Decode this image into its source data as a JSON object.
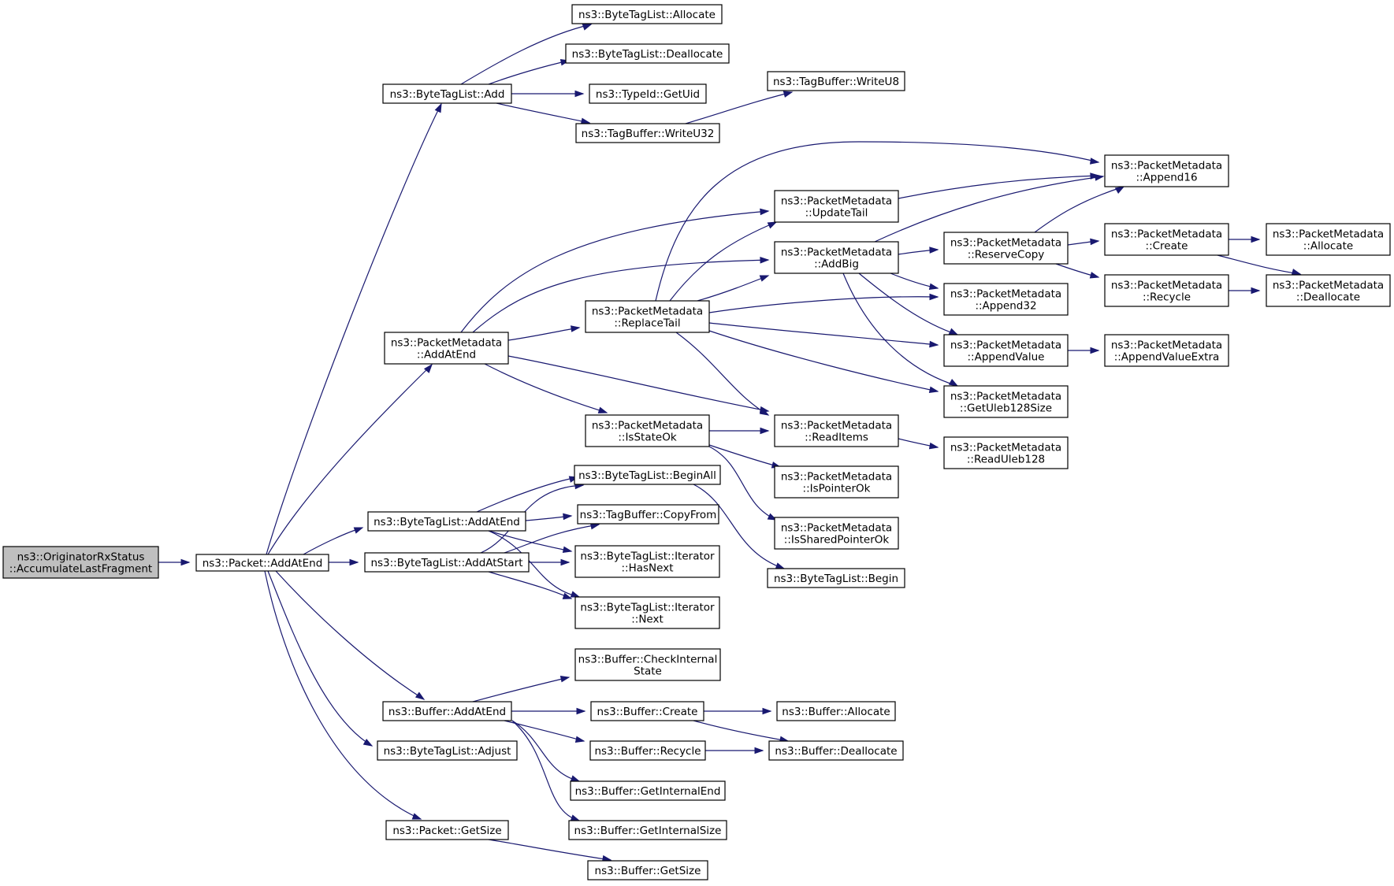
{
  "diagram": {
    "edge_color": "#191970",
    "root_fill": "#bfbfbf",
    "nodes": [
      {
        "id": "root",
        "lines": [
          "ns3::OriginatorRxStatus",
          "::AccumulateLastFragment"
        ],
        "root": true
      },
      {
        "id": "packet_addatend",
        "lines": [
          "ns3::Packet::AddAtEnd"
        ]
      },
      {
        "id": "btl_add",
        "lines": [
          "ns3::ByteTagList::Add"
        ]
      },
      {
        "id": "btl_allocate",
        "lines": [
          "ns3::ByteTagList::Allocate"
        ]
      },
      {
        "id": "btl_deallocate",
        "lines": [
          "ns3::ByteTagList::Deallocate"
        ]
      },
      {
        "id": "typeid_getuid",
        "lines": [
          "ns3::TypeId::GetUid"
        ]
      },
      {
        "id": "tb_writeu32",
        "lines": [
          "ns3::TagBuffer::WriteU32"
        ]
      },
      {
        "id": "tb_writeu8",
        "lines": [
          "ns3::TagBuffer::WriteU8"
        ]
      },
      {
        "id": "pm_addatend",
        "lines": [
          "ns3::PacketMetadata",
          "::AddAtEnd"
        ]
      },
      {
        "id": "pm_updatetail",
        "lines": [
          "ns3::PacketMetadata",
          "::UpdateTail"
        ]
      },
      {
        "id": "pm_append16",
        "lines": [
          "ns3::PacketMetadata",
          "::Append16"
        ]
      },
      {
        "id": "pm_addbig",
        "lines": [
          "ns3::PacketMetadata",
          "::AddBig"
        ]
      },
      {
        "id": "pm_reservecopy",
        "lines": [
          "ns3::PacketMetadata",
          "::ReserveCopy"
        ]
      },
      {
        "id": "pm_create",
        "lines": [
          "ns3::PacketMetadata",
          "::Create"
        ]
      },
      {
        "id": "pm_allocate",
        "lines": [
          "ns3::PacketMetadata",
          "::Allocate"
        ]
      },
      {
        "id": "pm_recycle",
        "lines": [
          "ns3::PacketMetadata",
          "::Recycle"
        ]
      },
      {
        "id": "pm_deallocate",
        "lines": [
          "ns3::PacketMetadata",
          "::Deallocate"
        ]
      },
      {
        "id": "pm_replacetail",
        "lines": [
          "ns3::PacketMetadata",
          "::ReplaceTail"
        ]
      },
      {
        "id": "pm_append32",
        "lines": [
          "ns3::PacketMetadata",
          "::Append32"
        ]
      },
      {
        "id": "pm_appendvalue",
        "lines": [
          "ns3::PacketMetadata",
          "::AppendValue"
        ]
      },
      {
        "id": "pm_appendvalueextra",
        "lines": [
          "ns3::PacketMetadata",
          "::AppendValueExtra"
        ]
      },
      {
        "id": "pm_getuleb128size",
        "lines": [
          "ns3::PacketMetadata",
          "::GetUleb128Size"
        ]
      },
      {
        "id": "pm_isstateok",
        "lines": [
          "ns3::PacketMetadata",
          "::IsStateOk"
        ]
      },
      {
        "id": "pm_readitems",
        "lines": [
          "ns3::PacketMetadata",
          "::ReadItems"
        ]
      },
      {
        "id": "pm_readuleb128",
        "lines": [
          "ns3::PacketMetadata",
          "::ReadUleb128"
        ]
      },
      {
        "id": "pm_ispointerok",
        "lines": [
          "ns3::PacketMetadata",
          "::IsPointerOk"
        ]
      },
      {
        "id": "pm_issharedpointerok",
        "lines": [
          "ns3::PacketMetadata",
          "::IsSharedPointerOk"
        ]
      },
      {
        "id": "btl_addatend",
        "lines": [
          "ns3::ByteTagList::AddAtEnd"
        ]
      },
      {
        "id": "btl_addatstart",
        "lines": [
          "ns3::ByteTagList::AddAtStart"
        ]
      },
      {
        "id": "btl_beginall",
        "lines": [
          "ns3::ByteTagList::BeginAll"
        ]
      },
      {
        "id": "tb_copyfrom",
        "lines": [
          "ns3::TagBuffer::CopyFrom"
        ]
      },
      {
        "id": "btl_it_hasnext",
        "lines": [
          "ns3::ByteTagList::Iterator",
          "::HasNext"
        ]
      },
      {
        "id": "btl_it_next",
        "lines": [
          "ns3::ByteTagList::Iterator",
          "::Next"
        ]
      },
      {
        "id": "btl_begin",
        "lines": [
          "ns3::ByteTagList::Begin"
        ]
      },
      {
        "id": "buf_checkinternalstate",
        "lines": [
          "ns3::Buffer::CheckInternal",
          "State"
        ]
      },
      {
        "id": "buf_addatend",
        "lines": [
          "ns3::Buffer::AddAtEnd"
        ]
      },
      {
        "id": "buf_create",
        "lines": [
          "ns3::Buffer::Create"
        ]
      },
      {
        "id": "buf_allocate",
        "lines": [
          "ns3::Buffer::Allocate"
        ]
      },
      {
        "id": "buf_recycle",
        "lines": [
          "ns3::Buffer::Recycle"
        ]
      },
      {
        "id": "buf_deallocate",
        "lines": [
          "ns3::Buffer::Deallocate"
        ]
      },
      {
        "id": "buf_getinternalend",
        "lines": [
          "ns3::Buffer::GetInternalEnd"
        ]
      },
      {
        "id": "buf_getinternalsize",
        "lines": [
          "ns3::Buffer::GetInternalSize"
        ]
      },
      {
        "id": "btl_adjust",
        "lines": [
          "ns3::ByteTagList::Adjust"
        ]
      },
      {
        "id": "packet_getsize",
        "lines": [
          "ns3::Packet::GetSize"
        ]
      },
      {
        "id": "buf_getsize",
        "lines": [
          "ns3::Buffer::GetSize"
        ]
      }
    ],
    "edges": [
      {
        "from": "root",
        "to": "packet_addatend"
      },
      {
        "from": "packet_addatend",
        "to": "btl_add"
      },
      {
        "from": "packet_addatend",
        "to": "pm_addatend"
      },
      {
        "from": "packet_addatend",
        "to": "btl_addatend"
      },
      {
        "from": "packet_addatend",
        "to": "btl_addatstart"
      },
      {
        "from": "packet_addatend",
        "to": "buf_addatend"
      },
      {
        "from": "packet_addatend",
        "to": "btl_adjust"
      },
      {
        "from": "packet_addatend",
        "to": "packet_getsize"
      },
      {
        "from": "btl_add",
        "to": "btl_allocate"
      },
      {
        "from": "btl_add",
        "to": "btl_deallocate"
      },
      {
        "from": "btl_add",
        "to": "typeid_getuid"
      },
      {
        "from": "btl_add",
        "to": "tb_writeu32"
      },
      {
        "from": "tb_writeu32",
        "to": "tb_writeu8"
      },
      {
        "from": "pm_addatend",
        "to": "pm_updatetail"
      },
      {
        "from": "pm_addatend",
        "to": "pm_addbig"
      },
      {
        "from": "pm_addatend",
        "to": "pm_replacetail"
      },
      {
        "from": "pm_addatend",
        "to": "pm_isstateok"
      },
      {
        "from": "pm_addatend",
        "to": "pm_readitems"
      },
      {
        "from": "pm_updatetail",
        "to": "pm_append16"
      },
      {
        "from": "pm_addbig",
        "to": "pm_append16"
      },
      {
        "from": "pm_addbig",
        "to": "pm_reservecopy"
      },
      {
        "from": "pm_addbig",
        "to": "pm_append32"
      },
      {
        "from": "pm_addbig",
        "to": "pm_appendvalue"
      },
      {
        "from": "pm_addbig",
        "to": "pm_getuleb128size"
      },
      {
        "from": "pm_reservecopy",
        "to": "pm_append16"
      },
      {
        "from": "pm_reservecopy",
        "to": "pm_create"
      },
      {
        "from": "pm_reservecopy",
        "to": "pm_recycle"
      },
      {
        "from": "pm_create",
        "to": "pm_allocate"
      },
      {
        "from": "pm_create",
        "to": "pm_deallocate"
      },
      {
        "from": "pm_recycle",
        "to": "pm_deallocate"
      },
      {
        "from": "pm_replacetail",
        "to": "pm_append16"
      },
      {
        "from": "pm_replacetail",
        "to": "pm_updatetail"
      },
      {
        "from": "pm_replacetail",
        "to": "pm_addbig"
      },
      {
        "from": "pm_replacetail",
        "to": "pm_append32"
      },
      {
        "from": "pm_replacetail",
        "to": "pm_appendvalue"
      },
      {
        "from": "pm_replacetail",
        "to": "pm_getuleb128size"
      },
      {
        "from": "pm_replacetail",
        "to": "pm_readitems"
      },
      {
        "from": "pm_appendvalue",
        "to": "pm_appendvalueextra"
      },
      {
        "from": "pm_isstateok",
        "to": "pm_readitems"
      },
      {
        "from": "pm_isstateok",
        "to": "pm_ispointerok"
      },
      {
        "from": "pm_isstateok",
        "to": "pm_issharedpointerok"
      },
      {
        "from": "pm_readitems",
        "to": "pm_readuleb128"
      },
      {
        "from": "btl_addatend",
        "to": "btl_beginall"
      },
      {
        "from": "btl_addatend",
        "to": "tb_copyfrom"
      },
      {
        "from": "btl_addatend",
        "to": "btl_it_hasnext"
      },
      {
        "from": "btl_addatend",
        "to": "btl_it_next"
      },
      {
        "from": "btl_addatstart",
        "to": "btl_beginall"
      },
      {
        "from": "btl_addatstart",
        "to": "tb_copyfrom"
      },
      {
        "from": "btl_addatstart",
        "to": "btl_it_hasnext"
      },
      {
        "from": "btl_addatstart",
        "to": "btl_it_next"
      },
      {
        "from": "btl_beginall",
        "to": "btl_begin"
      },
      {
        "from": "buf_addatend",
        "to": "buf_checkinternalstate"
      },
      {
        "from": "buf_addatend",
        "to": "buf_create"
      },
      {
        "from": "buf_addatend",
        "to": "buf_recycle"
      },
      {
        "from": "buf_addatend",
        "to": "buf_getinternalend"
      },
      {
        "from": "buf_addatend",
        "to": "buf_getinternalsize"
      },
      {
        "from": "buf_create",
        "to": "buf_allocate"
      },
      {
        "from": "buf_create",
        "to": "buf_deallocate"
      },
      {
        "from": "buf_recycle",
        "to": "buf_deallocate"
      },
      {
        "from": "packet_getsize",
        "to": "buf_getsize"
      }
    ]
  }
}
